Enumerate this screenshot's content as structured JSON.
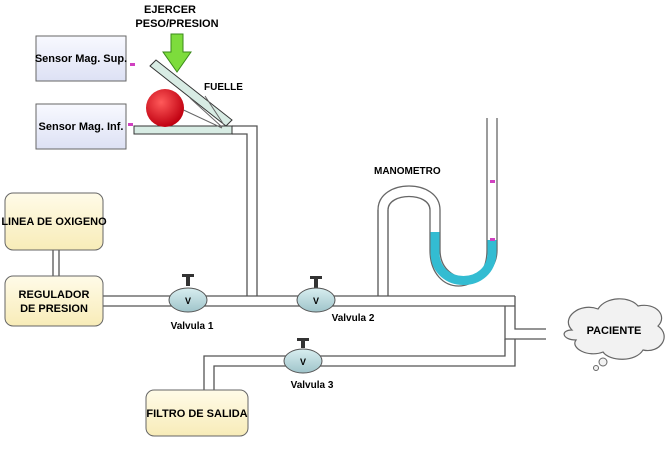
{
  "top_label": {
    "line1": "EJERCER",
    "line2": "PESO/PRESION"
  },
  "sensors": {
    "upper": "Sensor Mag. Sup.",
    "lower": "Sensor Mag. Inf."
  },
  "bellows_label": "FUELLE",
  "manometer_label": "MANOMETRO",
  "oxygen_line": "LINEA DE OXIGENO",
  "regulator": {
    "line1": "REGULADOR",
    "line2": "DE PRESION"
  },
  "valves": [
    {
      "symbol": "V",
      "label": "Valvula 1"
    },
    {
      "symbol": "V",
      "label": "Valvula 2"
    },
    {
      "symbol": "V",
      "label": "Valvula 3"
    }
  ],
  "patient": "PACIENTE",
  "output_filter": "FILTRO DE SALIDA",
  "colors": {
    "box_fill": "#fdf5d0",
    "sensor_fill": "#eef0fb",
    "arrow": "#7ddc3c",
    "ball": "#e0141c",
    "valve": "#bcd8dc",
    "fluid": "#33bcd2",
    "marker": "#d040c0",
    "pipe": "#555555"
  }
}
